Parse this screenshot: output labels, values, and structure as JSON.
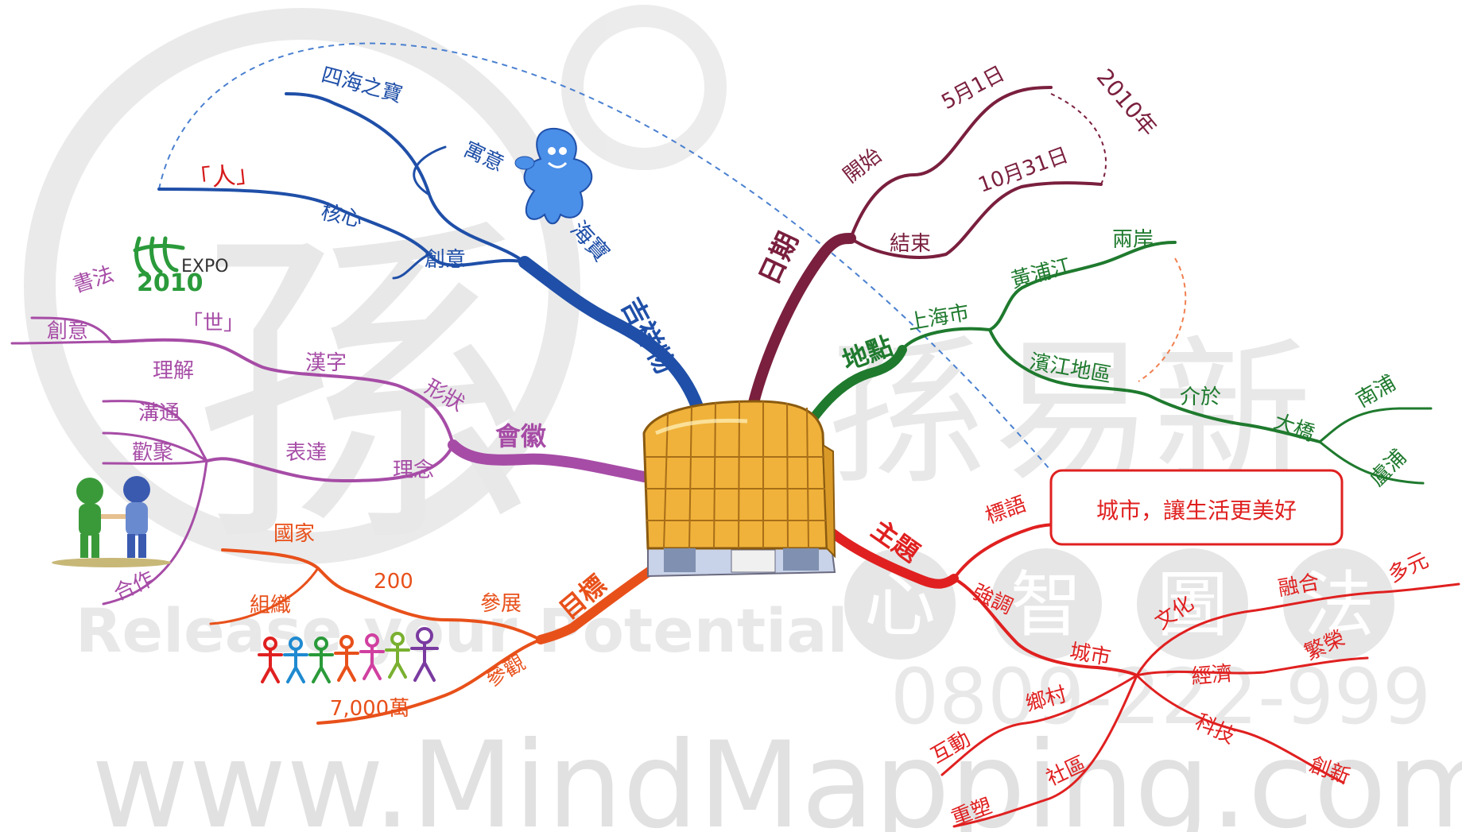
{
  "watermark": {
    "initial": "孫",
    "brand_chars": [
      "孫",
      "易",
      "新"
    ],
    "method_chars": [
      "心",
      "智",
      "圖",
      "法"
    ],
    "slogan": "Release your Potential",
    "phone": "0809-222-999",
    "url": "www.MindMapping.com.tw"
  },
  "center": {
    "image": "Expo 2010 pavilion illustration"
  },
  "branches": {
    "mascot": {
      "label": "吉祥物",
      "color": "#1f4fa8",
      "haibao": "海寶",
      "meaning": "寓意",
      "treasure": "四海之寶",
      "creativity": "創意",
      "core": "核心",
      "person": "「人」"
    },
    "emblem": {
      "label": "會徽",
      "color": "#a64ca6",
      "shape": "形狀",
      "hanzi": "漢字",
      "shi": "「世」",
      "calligraphy": "書法",
      "creativity": "創意",
      "concept": "理念",
      "express": "表達",
      "understand": "理解",
      "communicate": "溝通",
      "gather": "歡聚",
      "cooperate": "合作",
      "expo_logo": "EXPO",
      "expo_year": "2010"
    },
    "goal": {
      "label": "目標",
      "color": "#e8501a",
      "exhibit": "參展",
      "count": "200",
      "countries": "國家",
      "organizations": "組織",
      "visit": "參觀",
      "visitors": "7,000萬"
    },
    "date": {
      "label": "日期",
      "color": "#7a1f3d",
      "start": "開始",
      "start_date": "5月1日",
      "end": "結束",
      "end_date": "10月31日",
      "year": "2010年"
    },
    "place": {
      "label": "地點",
      "color": "#1f7a2e",
      "city": "上海市",
      "river": "黃浦江",
      "banks": "兩岸",
      "area": "濱江地區",
      "between": "介於",
      "bridges": "大橋",
      "nanpu": "南浦",
      "lupu": "盧浦"
    },
    "theme": {
      "label": "主題",
      "color": "#e02020",
      "slogan_label": "標語",
      "slogan": "城市，讓生活更美好",
      "emphasis": "強調",
      "city": "城市",
      "culture": "文化",
      "fusion": "融合",
      "diversity": "多元",
      "economy": "經濟",
      "prosperity": "繁榮",
      "tech": "科技",
      "innovation": "創新",
      "village": "鄉村",
      "interaction": "互動",
      "community": "社區",
      "reshape": "重塑"
    }
  }
}
